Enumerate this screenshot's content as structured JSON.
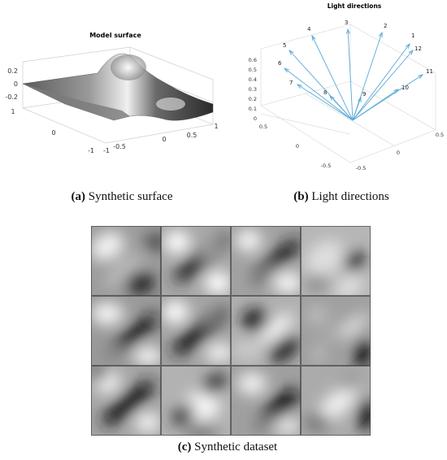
{
  "figure_a": {
    "title": "Model surface",
    "caption_letter": "(a)",
    "caption_text": " Synthetic surface",
    "z_ticks": [
      "0.2",
      "0",
      "-0.2"
    ],
    "y_ticks": [
      "1",
      "0",
      "-1"
    ],
    "x_ticks": [
      "-1",
      "-0.5",
      "0",
      "0.5",
      "1"
    ]
  },
  "figure_b": {
    "title": "Light directions",
    "caption_letter": "(b)",
    "caption_text": " Light directions",
    "z_ticks": [
      "0.6",
      "0.5",
      "0.4",
      "0.3",
      "0.2",
      "0.1",
      "0"
    ],
    "y_ticks": [
      "0.5",
      "0",
      "-0.5"
    ],
    "x_ticks": [
      "-0.5",
      "0",
      "0.5"
    ],
    "arrow_labels": [
      "1",
      "2",
      "3",
      "4",
      "5",
      "6",
      "7",
      "8",
      "9",
      "10",
      "11",
      "12"
    ],
    "arrow_color": "#5aa9d6"
  },
  "figure_c": {
    "caption_letter": "(c)",
    "caption_text": " Synthetic dataset",
    "grid": "4x3"
  }
}
